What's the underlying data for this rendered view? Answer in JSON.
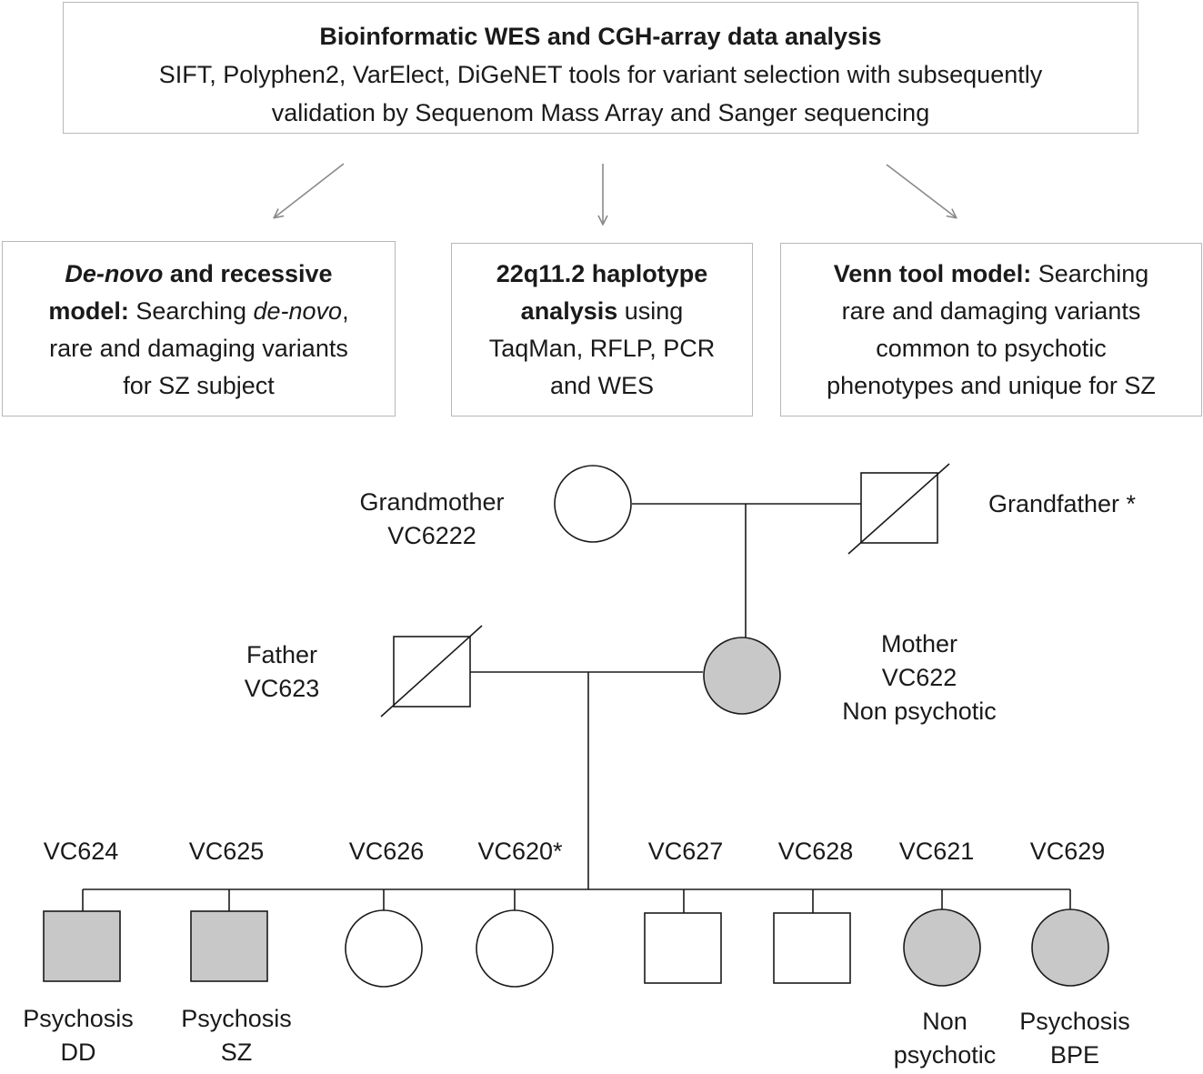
{
  "top_box": {
    "title": "Bioinformatic WES and CGH-array data analysis",
    "line1": "SIFT, Polyphen2, VarElect, DiGeNET tools for variant selection with subsequently",
    "line2": "validation by Sequenom Mass Array and Sanger sequencing"
  },
  "denovo_box": {
    "l1_italic": "De-novo",
    "l1_bold": " and recessive",
    "l2_bold": "model:",
    "l2_text": " Searching ",
    "l2_italic": "de-novo",
    "l2_tail": ",",
    "l3": "rare and damaging variants",
    "l4": "for SZ subject"
  },
  "haplo_box": {
    "l1_bold": "22q11.2 haplotype",
    "l2_bold": "analysis",
    "l2_text": " using",
    "l3": "TaqMan,  RFLP, PCR",
    "l4": "and WES"
  },
  "venn_box": {
    "l1_bold": "Venn tool model:",
    "l1_text": "  Searching",
    "l2": "rare and damaging variants",
    "l3": "common to psychotic",
    "l4": "phenotypes and unique for SZ"
  },
  "pedigree": {
    "grandmother": {
      "role": "Grandmother",
      "id": "VC6222"
    },
    "grandfather": {
      "role": "Grandfather  *"
    },
    "father": {
      "role": "Father",
      "id": "VC623"
    },
    "mother": {
      "role": "Mother",
      "id": "VC622",
      "status": "Non psychotic"
    },
    "children": [
      {
        "id": "VC624",
        "l1": "Psychosis",
        "l2": "DD"
      },
      {
        "id": "VC625",
        "l1": "Psychosis",
        "l2": "SZ"
      },
      {
        "id": "VC626",
        "l1": "",
        "l2": ""
      },
      {
        "id": "VC620*",
        "l1": "",
        "l2": ""
      },
      {
        "id": "VC627",
        "l1": "",
        "l2": ""
      },
      {
        "id": "VC628",
        "l1": "",
        "l2": ""
      },
      {
        "id": "VC621",
        "l1": "Non",
        "l2": "psychotic"
      },
      {
        "id": "VC629",
        "l1": "Psychosis",
        "l2": "BPE"
      }
    ]
  },
  "colors": {
    "affected_fill": "#c8c8c8",
    "line": "#1a1a1a",
    "arrow": "#8a8a8a",
    "box_border": "#b8b8b8"
  }
}
